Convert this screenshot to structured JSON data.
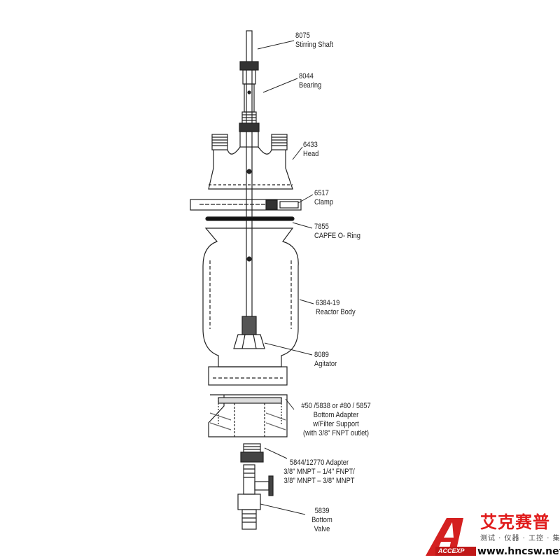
{
  "parts": [
    {
      "id": "stirring-shaft",
      "number": "8075",
      "name": "Stirring Shaft"
    },
    {
      "id": "bearing",
      "number": "8044",
      "name": "Bearing"
    },
    {
      "id": "head",
      "number": "6433",
      "name": "Head"
    },
    {
      "id": "clamp",
      "number": "6517",
      "name": "Clamp"
    },
    {
      "id": "o-ring",
      "number": "7855",
      "name": "CAPFE O- Ring"
    },
    {
      "id": "reactor-body",
      "number": "6384-19",
      "name": "Reactor Body"
    },
    {
      "id": "agitator",
      "number": "8089",
      "name": "Agitator"
    },
    {
      "id": "bottom-adapter",
      "lines": [
        "#50 /5838 or #80 / 5857",
        "Bottom Adapter",
        "w/Filter Support",
        "(with 3/8\" FNPT outlet)"
      ]
    },
    {
      "id": "adapter",
      "lines": [
        "5844/12770 Adapter",
        "3/8\" MNPT – 1/4\" FNPT/",
        "3/8\" MNPT – 3/8\" MNPT"
      ]
    },
    {
      "id": "bottom-valve",
      "lines": [
        "5839",
        "Bottom",
        "Valve"
      ]
    }
  ],
  "logo": {
    "chinese_name": "艾克赛普",
    "tagline": "测试 · 仪器 · 工控 · 集成",
    "website": "www.hncsw.net",
    "brand": "ACCEXP",
    "color": "#e01b1b"
  }
}
